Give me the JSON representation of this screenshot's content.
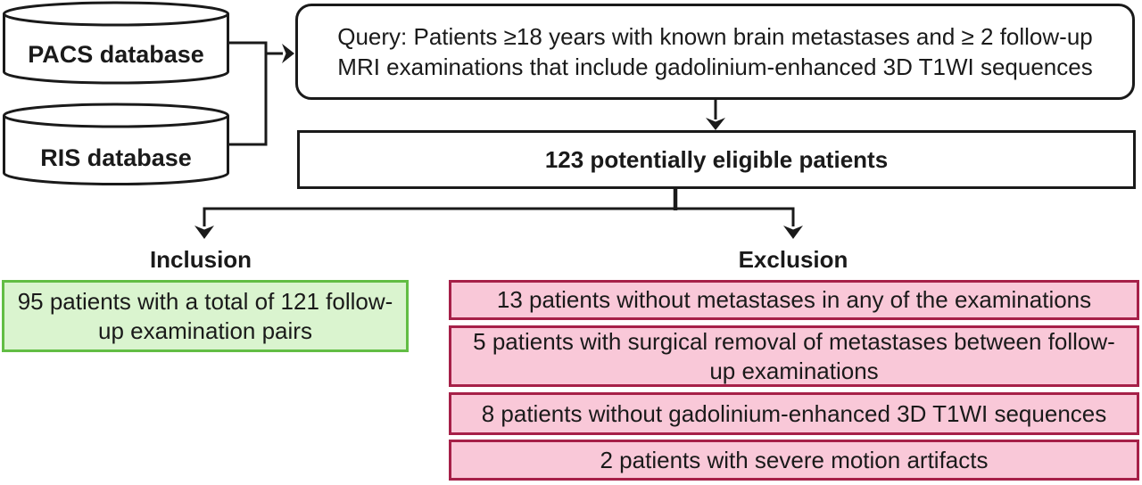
{
  "diagram": {
    "databases": [
      {
        "label": "PACS database"
      },
      {
        "label": "RIS database"
      }
    ],
    "query": {
      "text": "Query: Patients ≥18 years with known brain metastases and ≥ 2 follow-up MRI examinations that include gadolinium-enhanced 3D T1WI sequences"
    },
    "eligible": {
      "text": "123 potentially eligible patients"
    },
    "inclusion": {
      "label": "Inclusion",
      "box_text": "95 patients with a total of 121 follow-up examination pairs"
    },
    "exclusion": {
      "label": "Exclusion",
      "boxes": [
        "13 patients without metastases in any of the examinations",
        "5 patients with surgical removal of metastases between follow-up examinations",
        "8 patients without gadolinium-enhanced 3D T1WI sequences",
        "2 patients with severe motion artifacts"
      ]
    }
  },
  "colors": {
    "line": "#1a1a1a",
    "inclusion_fill": "#daf4cf",
    "inclusion_border": "#62bd44",
    "exclusion_fill": "#f9c8d8",
    "exclusion_border": "#a62048",
    "background": "#ffffff"
  }
}
